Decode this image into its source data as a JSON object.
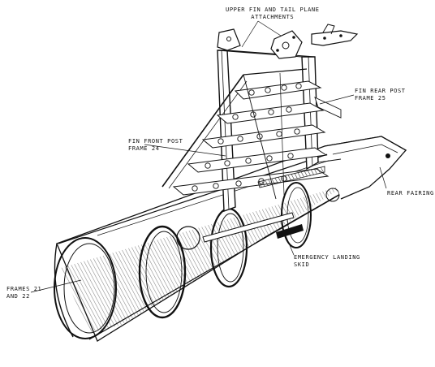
{
  "labels": {
    "upper_fin": {
      "line1": "UPPER FIN AND TAIL PLANE",
      "line2": "ATTACHMENTS"
    },
    "fin_rear_post": {
      "line1": "FIN REAR POST",
      "line2": "FRAME 25"
    },
    "fin_front_post": {
      "line1": "FIN FRONT POST",
      "line2": "FRAME 24"
    },
    "rear_fairing": {
      "line1": "REAR FAIRING"
    },
    "emergency_skid": {
      "line1": "EMERGENCY LANDING",
      "line2": "SKID"
    },
    "frames": {
      "line1": "FRAMES 21",
      "line2": "AND 22"
    }
  },
  "colors": {
    "ink": "#111111",
    "paper": "#ffffff"
  }
}
